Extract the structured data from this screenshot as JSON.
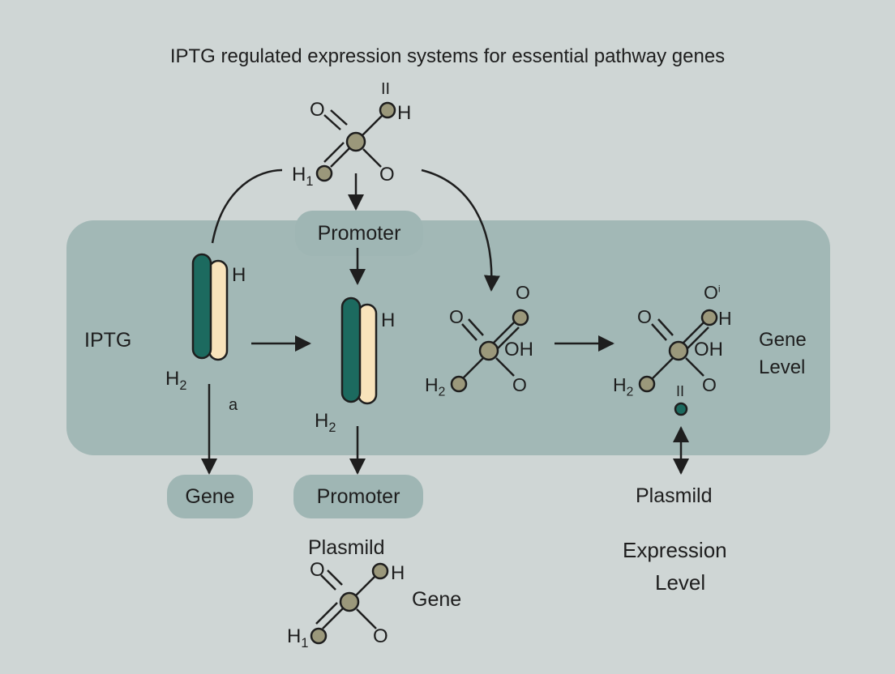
{
  "title": "IPTG regulated expression systems for essential pathway genes",
  "colors": {
    "background": "#cfd6d5",
    "band": "#a2b8b6",
    "pill": "#9fb6b4",
    "atom": "#9b987b",
    "strand_dark": "#1c6a5f",
    "strand_light": "#f8e3bb",
    "dot_teal": "#1c6a5f"
  },
  "labels": {
    "iptg": "IPTG",
    "promoter_top": "Promoter",
    "gene_pill": "Gene",
    "promoter_bottom": "Promoter",
    "plasmid_left": "Plasmild",
    "gene_bottom": "Gene",
    "plasmid_right": "Plasmild",
    "gene_level": [
      "Gene",
      "Level"
    ],
    "expression_level": [
      "Expression",
      "Level"
    ],
    "strand_a": "a"
  },
  "molecules": {
    "top": {
      "double_bond_mark": "II",
      "o_left": "O",
      "h_right": "H",
      "h1": "H",
      "h1_sub": "1",
      "o_bottom": "O"
    },
    "strand1": {
      "h": "H",
      "h2": "H",
      "h2_sub": "2"
    },
    "strand2": {
      "h": "H",
      "h2": "H",
      "h2_sub": "2"
    },
    "mid": {
      "o_top": "O",
      "o_left": "O",
      "oh": "OH",
      "h2": "H",
      "h2_sub": "2",
      "o_bottom": "O"
    },
    "right": {
      "o_top": "O",
      "o_top_sup": "i",
      "h_top": "H",
      "o_left": "O",
      "oh": "OH",
      "h2": "H",
      "h2_sub": "2",
      "o_bottom": "O",
      "double_bond_mark": "II"
    },
    "bottom": {
      "o_left": "O",
      "h_right": "H",
      "h1": "H",
      "h1_sub": "1",
      "o_bottom": "O"
    }
  }
}
